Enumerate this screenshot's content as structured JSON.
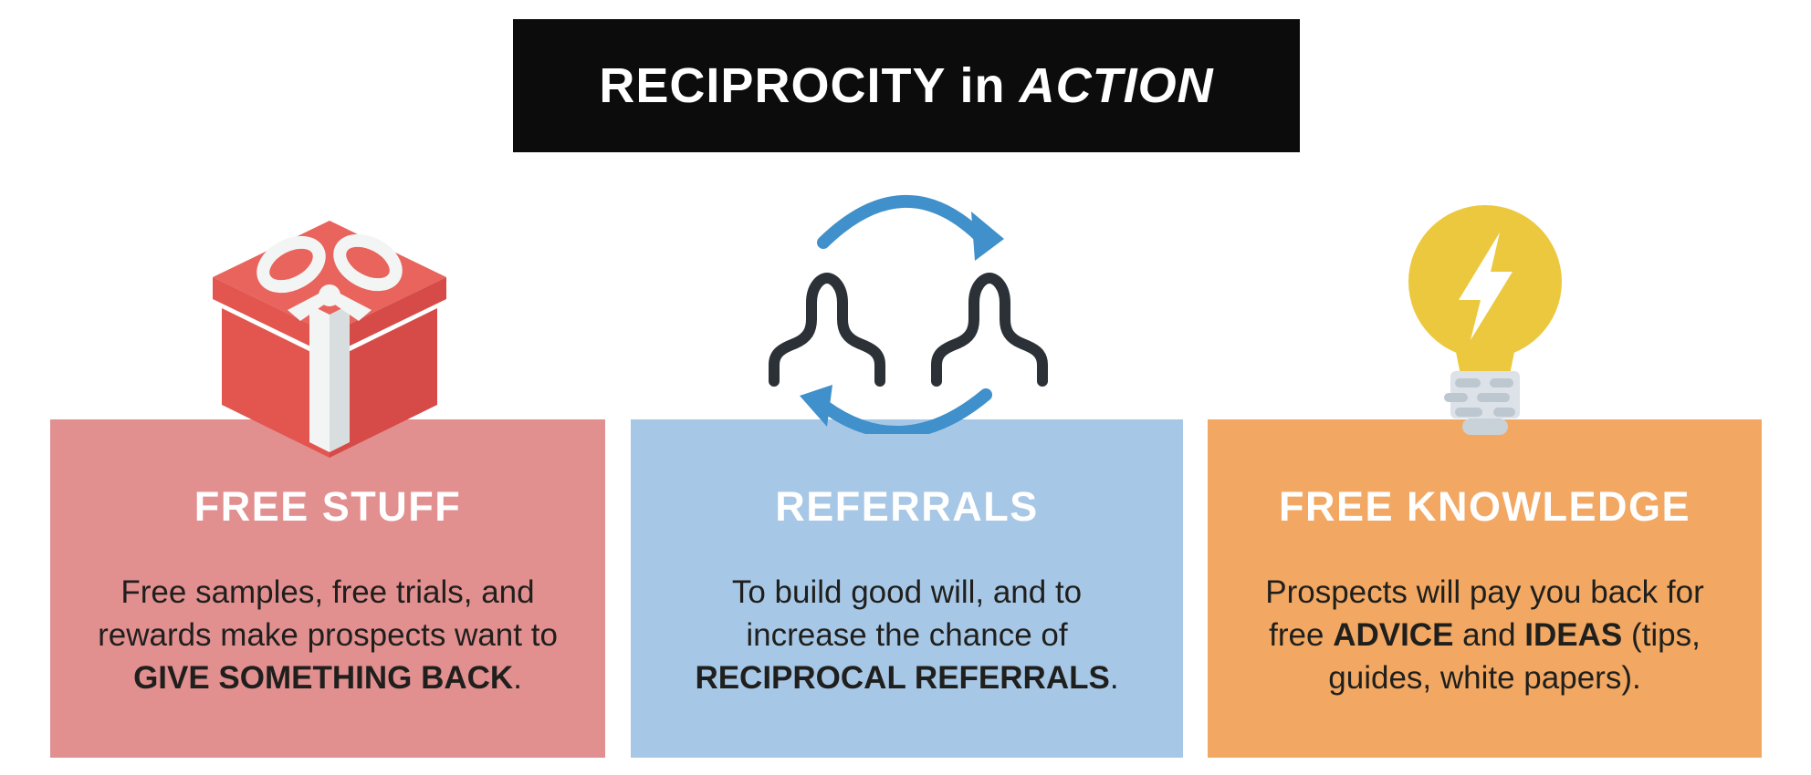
{
  "banner": {
    "text_main": "RECIPROCITY in",
    "text_emphasis": "ACTION"
  },
  "columns": [
    {
      "id": "free-stuff",
      "title": "FREE STUFF",
      "bg": "#e28f8f",
      "icon": "gift-icon",
      "body_lines": [
        [
          {
            "text": "Free samples, free trials, and"
          }
        ],
        [
          {
            "text": "rewards make prospects want to"
          }
        ],
        [
          {
            "text": "GIVE SOMETHING BACK",
            "bold": true
          },
          {
            "text": "."
          }
        ]
      ]
    },
    {
      "id": "referrals",
      "title": "REFERRALS",
      "bg": "#a7c7e6",
      "icon": "reciprocal-people-icon",
      "body_lines": [
        [
          {
            "text": "To build good will, and to"
          }
        ],
        [
          {
            "text": "increase the chance of"
          }
        ],
        [
          {
            "text": "RECIPROCAL REFERRALS",
            "bold": true
          },
          {
            "text": "."
          }
        ]
      ]
    },
    {
      "id": "free-knowledge",
      "title": "FREE KNOWLEDGE",
      "bg": "#f2a862",
      "icon": "lightbulb-icon",
      "body_lines": [
        [
          {
            "text": "Prospects will pay you back for"
          }
        ],
        [
          {
            "text": "free "
          },
          {
            "text": "ADVICE",
            "bold": true
          },
          {
            "text": " and "
          },
          {
            "text": "IDEAS",
            "bold": true
          },
          {
            "text": " (tips,"
          }
        ],
        [
          {
            "text": "guides, white papers)."
          }
        ]
      ]
    }
  ],
  "colors": {
    "banner_bg": "#0c0c0c",
    "banner_text": "#ffffff",
    "title_text": "#ffffff",
    "body_text": "#1f1f1d",
    "gift_red": "#e2564f",
    "gift_red_dark": "#d64b47",
    "gift_red_light": "#e8645c",
    "ribbon_white": "#f3f5f5",
    "ribbon_gray": "#d8dde0",
    "people_dark": "#2b3137",
    "arrow_blue": "#3f90cb",
    "bulb_yellow": "#ecc83e",
    "bulb_base_gray": "#dce2e7",
    "bulb_base_dash": "#bcc7cf",
    "bulb_tip_gray": "#c9d2d9"
  }
}
